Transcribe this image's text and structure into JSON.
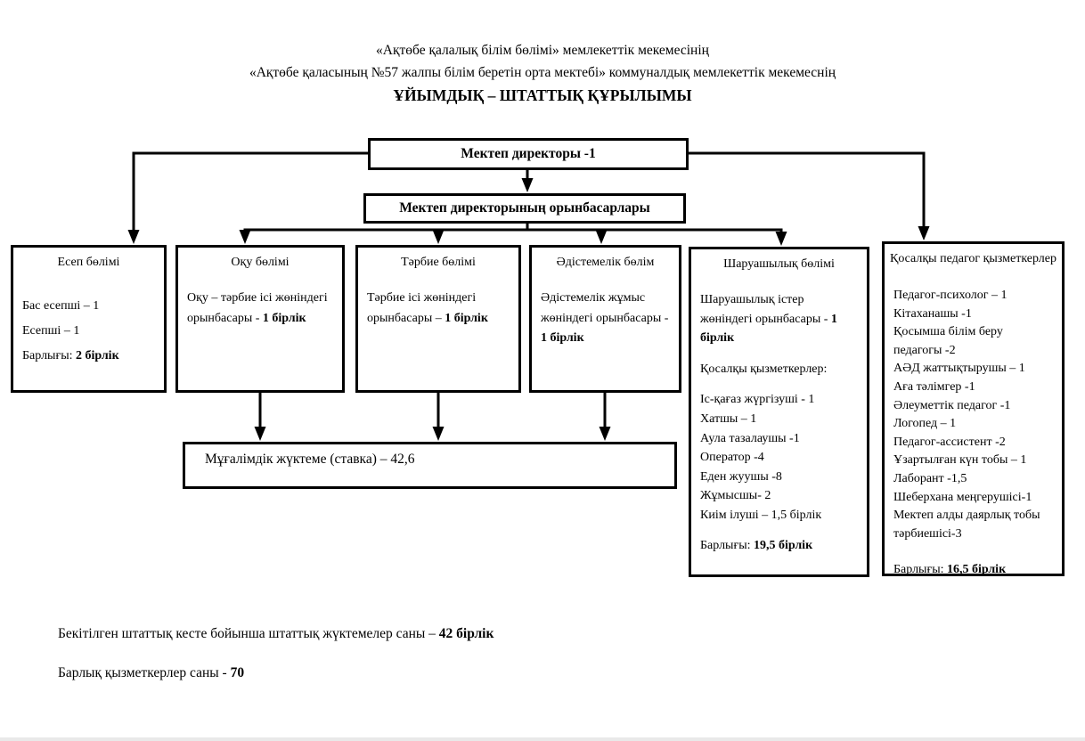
{
  "header": {
    "line1": "«Ақтөбе қалалық білім бөлімі» мемлекеттік мекемесінің",
    "line2": "«Ақтөбе қаласының №57 жалпы білім беретін орта мектебі» коммуналдық мемлекеттік мекемеснің",
    "title": "ҰЙЫМДЫҚ – ШТАТТЫҚ ҚҰРЫЛЫМЫ"
  },
  "director_box": {
    "label": "Мектеп директоры -1"
  },
  "deputies_box": {
    "label": "Мектеп директорының орынбасарлары"
  },
  "departments": [
    {
      "id": "accounting",
      "title": "Есеп  бөлімі",
      "paragraphs": [
        {
          "text": "Бас есепші – 1"
        },
        {
          "text": "Есепші – 1"
        },
        {
          "text": "Барлығы: ",
          "bold": "2 бірлік"
        }
      ]
    },
    {
      "id": "education",
      "title": "Оқу бөлімі",
      "paragraphs": [
        {
          "text": "Оқу – тәрбие ісі жөніндегі орынбасары - ",
          "bold": "1 бірлік"
        }
      ]
    },
    {
      "id": "upbringing",
      "title": "Тәрбие бөлімі",
      "paragraphs": [
        {
          "text": "Тәрбие ісі жөніндегі орынбасары – ",
          "bold": "1 бірлік"
        }
      ]
    },
    {
      "id": "methodical",
      "title": "Әдістемелік бөлім",
      "paragraphs": [
        {
          "text": "Әдістемелік жұмыс жөніндегі орынбасары - ",
          "bold": "1 бірлік"
        }
      ]
    },
    {
      "id": "household",
      "title": "Шаруашылық бөлімі",
      "paragraphs": [
        {
          "text": "Шаруашылық істер жөніндегі орынбасары - ",
          "bold": "1 бірлік"
        },
        {
          "text": "Қосалқы қызметкерлер:"
        },
        {
          "text": "Іс-қағаз жүргізуші - 1"
        },
        {
          "text": "Хатшы – 1"
        },
        {
          "text": "Аула тазалаушы -1"
        },
        {
          "text": "Оператор -4"
        },
        {
          "text": "Еден жуушы -8"
        },
        {
          "text": "Жұмысшы- 2"
        },
        {
          "text": "Киім ілуші – 1,5 бірлік"
        },
        {
          "text": "Барлығы: ",
          "bold": "19,5 бірлік"
        }
      ]
    },
    {
      "id": "aux",
      "title": "Қосалқы педагог қызметкерлер",
      "paragraphs": [
        {
          "text": "Педагог-психолог – 1"
        },
        {
          "text": "Кітаханашы -1"
        },
        {
          "text": "Қосымша білім беру педагогы -2"
        },
        {
          "text": "АӘД жаттықтырушы – 1"
        },
        {
          "text": "Аға тәлімгер -1"
        },
        {
          "text": "Әлеуметтік педагог -1"
        },
        {
          "text": "Логопед – 1"
        },
        {
          "text": "Педагог-ассистент -2"
        },
        {
          "text": "Ұзартылған күн тобы – 1"
        },
        {
          "text": "Лаборант -1,5"
        },
        {
          "text": "Шеберхана меңгерушісі-1"
        },
        {
          "text": "Мектеп алды даярлық тобы тәрбиешісі-3"
        },
        {
          "text": "Барлығы: ",
          "bold": "16,5 бірлік"
        }
      ]
    }
  ],
  "teaching_load_box": {
    "label": "Мұғалімдік жүктеме (ставка) – 42,6"
  },
  "footer": {
    "line1": {
      "text": "Бекітілген штаттық кесте бойынша штаттық жүктемелер саны – ",
      "bold": "42 бірлік"
    },
    "line2": {
      "text": "Барлық қызметкерлер саны - ",
      "bold": "70"
    }
  },
  "colors": {
    "line": "#000000",
    "background": "#ffffff"
  }
}
